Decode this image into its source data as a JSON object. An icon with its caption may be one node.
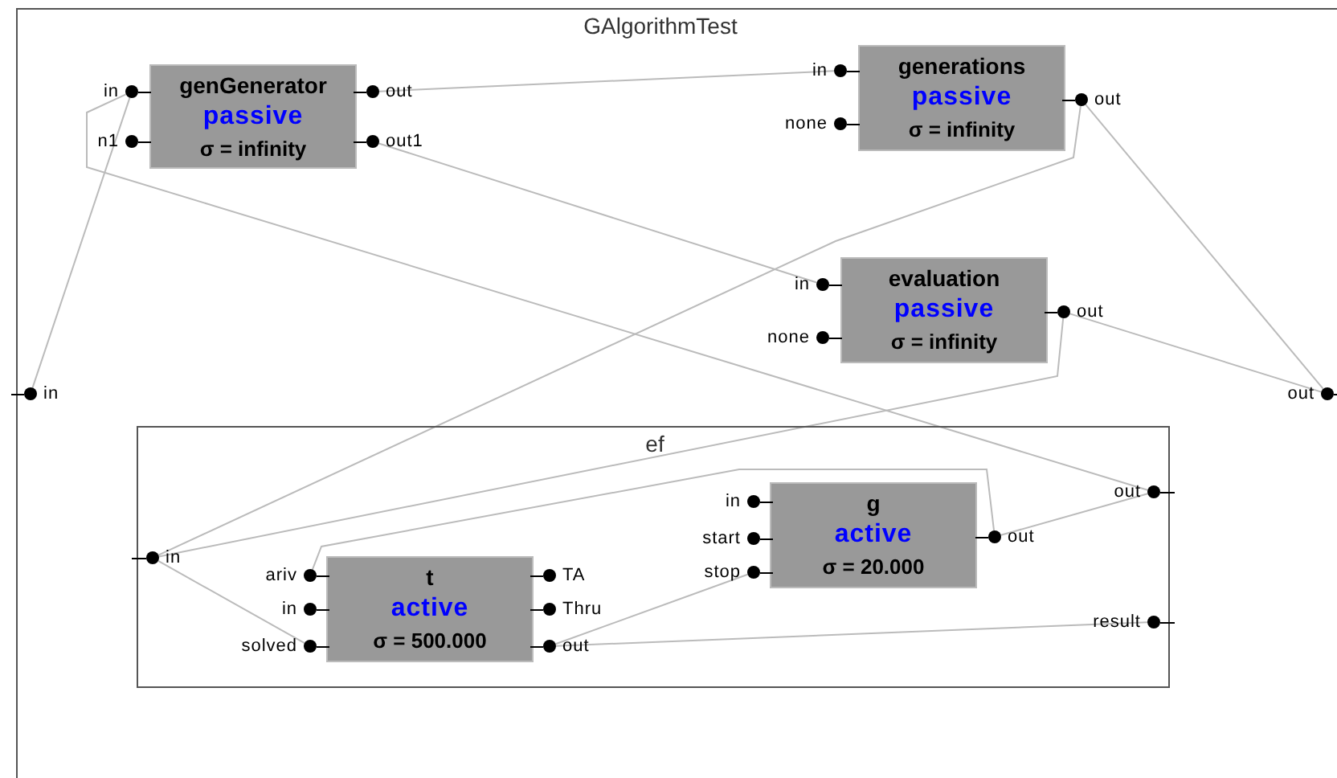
{
  "diagram": {
    "nodes": [
      {
        "text": [
          "GAlgorithmTest"
        ]
      },
      {
        "text": [
          "genGenerator",
          "passive",
          "σ = infinity"
        ],
        "in": 0
      },
      {
        "text": [
          "generations",
          "passive",
          "σ = infinity"
        ],
        "in": 0
      },
      {
        "text": [
          "evaluation",
          "passive",
          "σ = infinity"
        ],
        "in": 0
      },
      {
        "text": [
          "ef"
        ],
        "in": 0
      },
      {
        "text": [
          "t",
          "active",
          "σ = 500.000"
        ],
        "in": 4
      },
      {
        "text": [
          "g",
          "active",
          "σ = 20.000"
        ],
        "in": 4
      },
      {
        "text": [
          "in"
        ],
        "in": 0
      },
      {
        "text": [
          "out"
        ],
        "in": 0
      },
      {
        "text": [
          "in"
        ],
        "in": 0
      },
      {
        "text": [
          "n1"
        ],
        "in": 0
      },
      {
        "text": [
          "out"
        ],
        "in": 0
      },
      {
        "text": [
          "out1"
        ],
        "in": 0
      },
      {
        "text": [
          "in"
        ],
        "in": 0
      },
      {
        "text": [
          "none"
        ],
        "in": 0
      },
      {
        "text": [
          "out"
        ],
        "in": 0
      },
      {
        "text": [
          "in"
        ],
        "in": 0
      },
      {
        "text": [
          "none"
        ],
        "in": 0
      },
      {
        "text": [
          "out"
        ],
        "in": 0
      },
      {
        "text": [
          "in"
        ],
        "in": 4
      },
      {
        "text": [
          "out"
        ],
        "in": 4
      },
      {
        "text": [
          "result"
        ],
        "in": 4
      },
      {
        "text": [
          "ariv"
        ],
        "in": 4
      },
      {
        "text": [
          "in"
        ],
        "in": 4
      },
      {
        "text": [
          "solved"
        ],
        "in": 4
      },
      {
        "text": [
          "TA"
        ],
        "in": 4
      },
      {
        "text": [
          "Thru"
        ],
        "in": 4
      },
      {
        "text": [
          "out"
        ],
        "in": 4
      },
      {
        "text": [
          "in"
        ],
        "in": 4
      },
      {
        "text": [
          "start"
        ],
        "in": 4
      },
      {
        "text": [
          "stop"
        ],
        "in": 4
      },
      {
        "text": [
          "out"
        ],
        "in": 4
      }
    ],
    "edges": [
      {
        "from": 7,
        "to": 9,
        "arrow": "none"
      },
      {
        "from": 11,
        "to": 13,
        "arrow": "none"
      },
      {
        "from": 12,
        "to": 16,
        "arrow": "none"
      },
      {
        "from": 20,
        "to": 9,
        "arrow": "none"
      },
      {
        "from": 15,
        "to": 8,
        "arrow": "none"
      },
      {
        "from": 15,
        "to": 19,
        "arrow": "none"
      },
      {
        "from": 18,
        "to": 8,
        "arrow": "none"
      },
      {
        "from": 18,
        "to": 19,
        "arrow": "none"
      },
      {
        "from": 19,
        "to": 24,
        "arrow": "none"
      },
      {
        "from": 31,
        "to": 22,
        "arrow": "none"
      },
      {
        "from": 31,
        "to": 20,
        "arrow": "none"
      },
      {
        "from": 27,
        "to": 30,
        "arrow": "none"
      },
      {
        "from": 27,
        "to": 21,
        "arrow": "none"
      }
    ]
  }
}
